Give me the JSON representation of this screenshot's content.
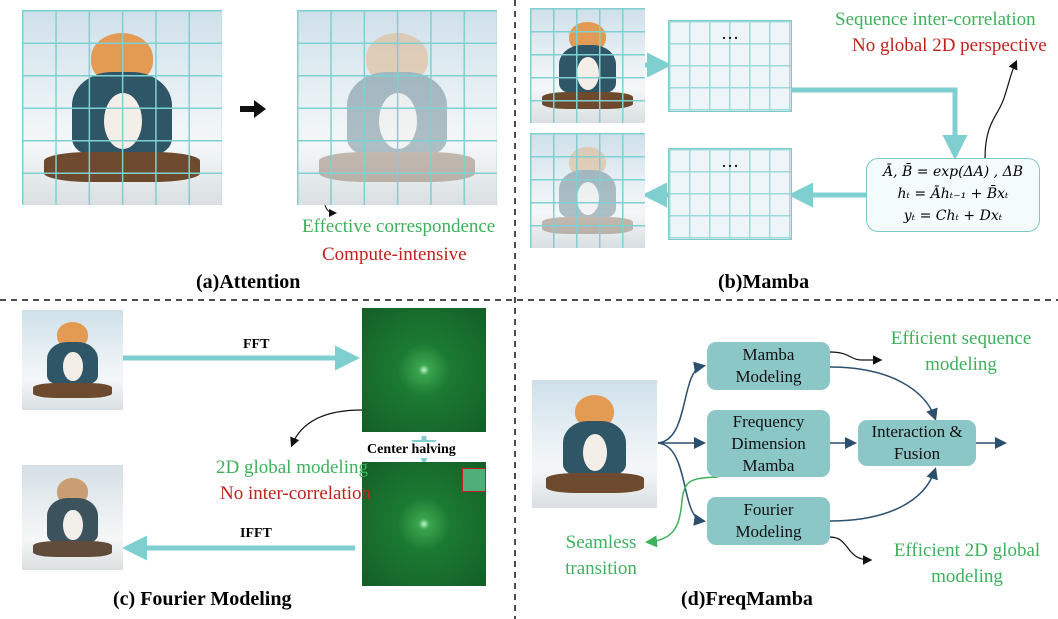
{
  "panels": {
    "attention": {
      "title": "(a)Attention",
      "note_good": "Effective correspondence",
      "note_bad": "Compute-intensive"
    },
    "mamba": {
      "title": "(b)Mamba",
      "note_good": "Sequence inter-correlation",
      "note_bad": "No global 2D perspective",
      "ellipsis": "…",
      "formula": [
        "Ā, B̄ = exp(ΔA) , ΔB",
        "hₜ = Āhₜ₋₁ + B̄xₜ",
        "yₜ = Chₜ + Dxₜ"
      ]
    },
    "fourier": {
      "title": "(c) Fourier Modeling",
      "fft_label": "FFT",
      "ifft_label": "IFFT",
      "center_label": "Center halving",
      "note_good": "2D global modeling",
      "note_bad": "No inter-correlation"
    },
    "freqmamba": {
      "title": "(d)FreqMamba",
      "boxes": {
        "mamba": "Mamba Modeling",
        "fdm": "Frequency Dimension Mamba",
        "fourier": "Fourier Modeling",
        "fusion": "Interaction & Fusion"
      },
      "note_seq": "Efficient sequence modeling",
      "note_2d": "Efficient 2D global modeling",
      "note_seamless": "Seamless transition"
    }
  },
  "colors": {
    "good": "#3db15b",
    "bad": "#c0221b",
    "box": "#8cc7c7",
    "arrow": "#7fcfd0",
    "flow": "#2b4f6e"
  }
}
